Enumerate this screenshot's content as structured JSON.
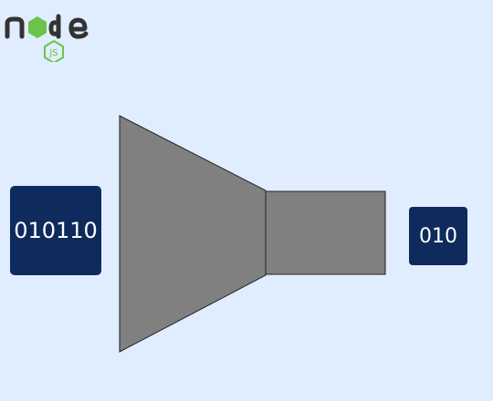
{
  "logo": {
    "wordmark": "node",
    "badge": "JS",
    "colors": {
      "text": "#333333",
      "hexagon": "#6cc24a"
    }
  },
  "diagram": {
    "input_bits": "010110",
    "output_bits": "010",
    "colors": {
      "background": "#e0edfe",
      "box": "#0f2b5e",
      "box_text": "#ffffff",
      "funnel": "#808080"
    }
  }
}
